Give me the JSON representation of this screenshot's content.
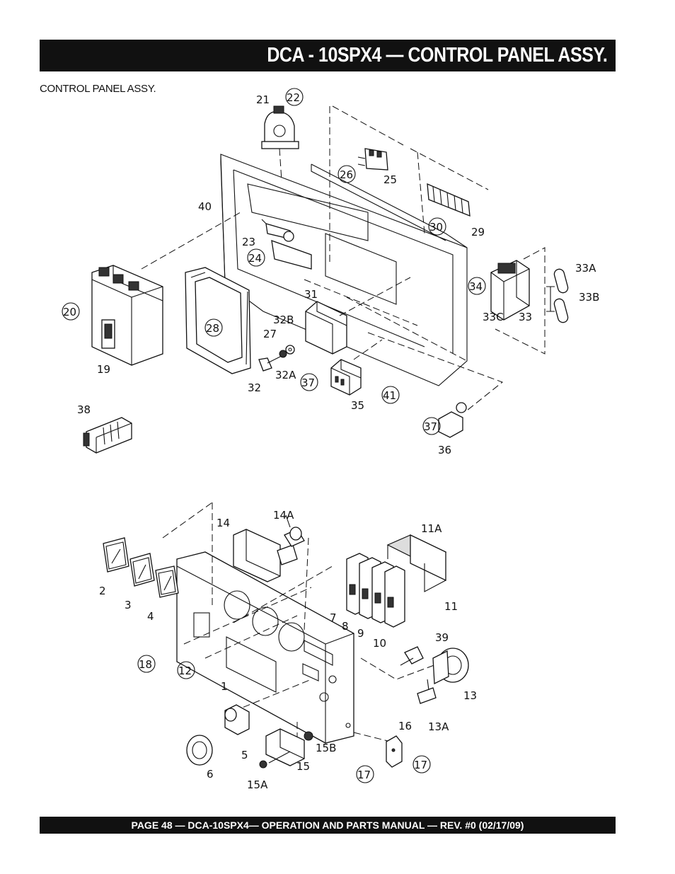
{
  "header": {
    "title": "DCA - 10SPX4 — CONTROL PANEL ASSY."
  },
  "subtitle": "CONTROL PANEL ASSY.",
  "footer": {
    "text": "PAGE 48 — DCA-10SPX4—  OPERATION  AND PARTS MANUAL — REV. #0  (02/17/09)"
  },
  "callouts_top": [
    "21",
    "22",
    "26",
    "25",
    "40",
    "30",
    "29",
    "23",
    "24",
    "34",
    "33A",
    "33B",
    "20",
    "33C",
    "33",
    "31",
    "28",
    "32B",
    "27",
    "19",
    "32",
    "32A",
    "37",
    "35",
    "41",
    "38",
    "37",
    "36"
  ],
  "callouts_bottom": [
    "14",
    "14A",
    "11A",
    "2",
    "3",
    "4",
    "7",
    "8",
    "9",
    "10",
    "11",
    "18",
    "12",
    "1",
    "39",
    "13",
    "13A",
    "16",
    "5",
    "6",
    "15",
    "15B",
    "15A",
    "17",
    "17"
  ]
}
